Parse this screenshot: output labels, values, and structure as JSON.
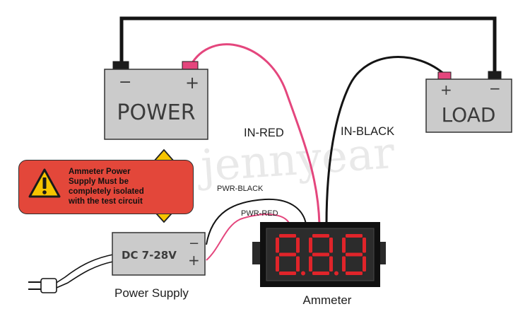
{
  "power": {
    "title": "POWER",
    "minus": "−",
    "plus": "+"
  },
  "load": {
    "title": "LOAD",
    "minus": "−",
    "plus": "+"
  },
  "wires": {
    "in_red": "IN-RED",
    "in_black": "IN-BLACK",
    "pwr_black": "PWR-BLACK",
    "pwr_red": "PWR-RED"
  },
  "warning": {
    "lines": [
      "Ammeter Power",
      "Supply Must be",
      "completely isolated",
      "with the test circuit"
    ],
    "icon": "warning-triangle-icon"
  },
  "supply": {
    "text": "DC 7-28V",
    "minus": "−",
    "plus": "+",
    "caption": "Power Supply"
  },
  "ammeter": {
    "caption": "Ammeter",
    "display": "8.8.8"
  },
  "watermark": "jennyear",
  "colors": {
    "red_wire": "#e4467d",
    "black_wire": "#141414",
    "box_fill": "#cbcbcb",
    "warning_fill": "#e3473a",
    "arrow_fill": "#f6c400",
    "segment_red": "#e0242a"
  }
}
